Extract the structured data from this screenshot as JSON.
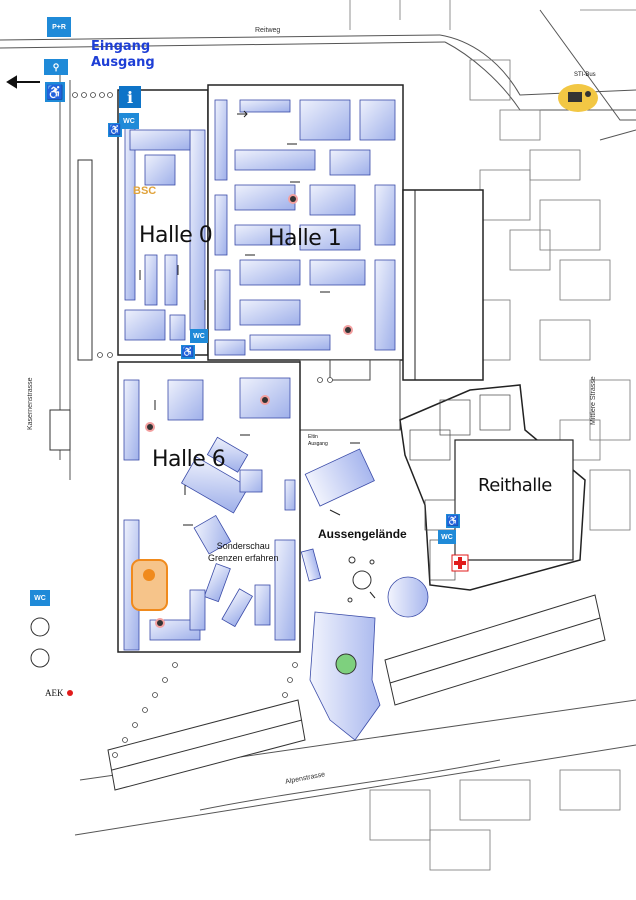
{
  "streets": {
    "top": "Reitweg",
    "left": "Kasernenstrasse",
    "right": "Mittlere Strasse",
    "bottom": "Alpenstrasse"
  },
  "entrance": {
    "line1": "Eingang",
    "line2": "Ausgang"
  },
  "halls": {
    "hall0": "Halle 0",
    "hall1": "Halle 1",
    "hall6": "Halle 6",
    "reithalle": "Reithalle"
  },
  "areas": {
    "outdoor": "Aussengelände",
    "special_line1": "Sonderschau",
    "special_line2": "Grenzen erfahren",
    "side_entrance_line1": "Eltin",
    "side_entrance_line2": "Ausgang"
  },
  "badges": {
    "pr": "P+R",
    "info": "i",
    "wc": "WC",
    "bus": "STI-Bus",
    "aek": "AEK",
    "bsc": "BSC"
  },
  "colors": {
    "booth_fill": "#c9d2f4",
    "booth_stroke": "#3a4ba8",
    "icon_blue": "#1f8ad8",
    "info_blue": "#0e74c8",
    "entrance_text": "#1e3fd6",
    "cross_red": "#e11b1b",
    "bus_yellow": "#f2c744",
    "green_area": "#7ed07e",
    "kids_orange": "#f08a1c"
  }
}
